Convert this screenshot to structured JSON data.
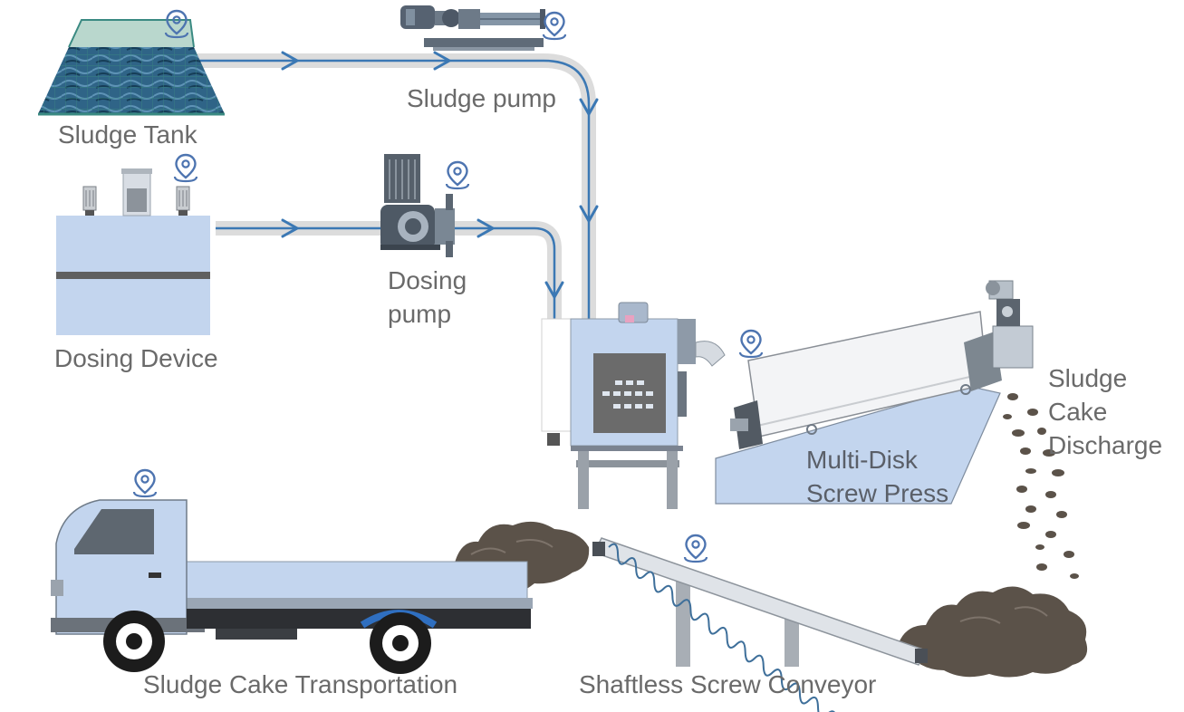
{
  "labels": {
    "sludge_tank": "Sludge Tank",
    "sludge_pump": "Sludge pump",
    "dosing_device": "Dosing Device",
    "dosing_pump": [
      "Dosing",
      "pump"
    ],
    "screw_press": [
      "Multi-Disk",
      "Screw Press"
    ],
    "cake_discharge": [
      "Sludge",
      "Cake",
      "Discharge"
    ],
    "transportation": "Sludge Cake Transportation",
    "conveyor": "Shaftless Screw Conveyor"
  },
  "colors": {
    "flow_line": "#3b78b4",
    "pipe_shadow": "#d9d9d9",
    "equipment": "#c3d5ee",
    "equipment_dark": "#606060",
    "sludge": "#5b5249",
    "water": "#2c5a7a",
    "tank_frame": "#3a8a82",
    "marker": "#4d74b0",
    "label": "#6a6a6a"
  },
  "icons": [
    "location-pin-icon"
  ]
}
